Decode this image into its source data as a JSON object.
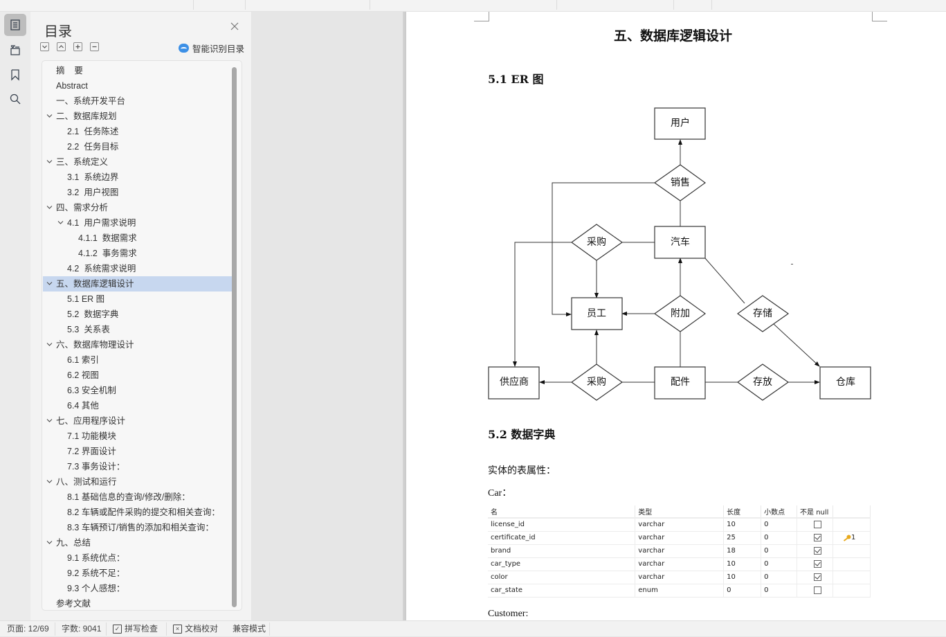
{
  "sidebar_rail": {
    "items": [
      {
        "icon": "toc-icon",
        "active": true
      },
      {
        "icon": "navigation-icon",
        "active": false
      },
      {
        "icon": "bookmark-icon",
        "active": false
      },
      {
        "icon": "search-icon",
        "active": false
      }
    ]
  },
  "toc_panel": {
    "title": "目录",
    "smart_toc_label": "智能识别目录",
    "toolbar": [
      "expand-all",
      "collapse-all",
      "add-level",
      "remove-level"
    ],
    "items": [
      {
        "label": "摘    要",
        "level": 0,
        "chevron": false
      },
      {
        "label": "Abstract",
        "level": 0,
        "chevron": false
      },
      {
        "label": "一、系统开发平台",
        "level": 0,
        "chevron": false
      },
      {
        "label": "二、数据库规划",
        "level": 0,
        "chevron": true
      },
      {
        "label": "2.1  任务陈述",
        "level": 1,
        "chevron": false
      },
      {
        "label": "2.2  任务目标",
        "level": 1,
        "chevron": false
      },
      {
        "label": "三、系统定义",
        "level": 0,
        "chevron": true
      },
      {
        "label": "3.1  系统边界",
        "level": 1,
        "chevron": false
      },
      {
        "label": "3.2  用户视图",
        "level": 1,
        "chevron": false
      },
      {
        "label": "四、需求分析",
        "level": 0,
        "chevron": true
      },
      {
        "label": "4.1  用户需求说明",
        "level": 1,
        "chevron": true
      },
      {
        "label": "4.1.1  数据需求",
        "level": 2,
        "chevron": false
      },
      {
        "label": "4.1.2  事务需求",
        "level": 2,
        "chevron": false
      },
      {
        "label": "4.2  系统需求说明",
        "level": 1,
        "chevron": false
      },
      {
        "label": "五、数据库逻辑设计",
        "level": 0,
        "chevron": true,
        "selected": true
      },
      {
        "label": "5.1 ER 图",
        "level": 1,
        "chevron": false
      },
      {
        "label": "5.2  数据字典",
        "level": 1,
        "chevron": false
      },
      {
        "label": "5.3  关系表",
        "level": 1,
        "chevron": false
      },
      {
        "label": "六、数据库物理设计",
        "level": 0,
        "chevron": true
      },
      {
        "label": "6.1 索引",
        "level": 1,
        "chevron": false
      },
      {
        "label": "6.2 视图",
        "level": 1,
        "chevron": false
      },
      {
        "label": "6.3 安全机制",
        "level": 1,
        "chevron": false
      },
      {
        "label": "6.4 其他",
        "level": 1,
        "chevron": false
      },
      {
        "label": "七、应用程序设计",
        "level": 0,
        "chevron": true
      },
      {
        "label": "7.1 功能模块",
        "level": 1,
        "chevron": false
      },
      {
        "label": "7.2 界面设计",
        "level": 1,
        "chevron": false
      },
      {
        "label": "7.3 事务设计：",
        "level": 1,
        "chevron": false
      },
      {
        "label": "八、测试和运行",
        "level": 0,
        "chevron": true
      },
      {
        "label": "8.1 基础信息的查询/修改/删除：",
        "level": 1,
        "chevron": false
      },
      {
        "label": "8.2 车辆或配件采购的提交和相关查询：",
        "level": 1,
        "chevron": false
      },
      {
        "label": "8.3 车辆预订/销售的添加和相关查询：",
        "level": 1,
        "chevron": false
      },
      {
        "label": "九、总结",
        "level": 0,
        "chevron": true
      },
      {
        "label": "9.1 系统优点：",
        "level": 1,
        "chevron": false
      },
      {
        "label": "9.2 系统不足：",
        "level": 1,
        "chevron": false
      },
      {
        "label": "9.3 个人感想：",
        "level": 1,
        "chevron": false
      },
      {
        "label": "参考文献",
        "level": 0,
        "chevron": false
      }
    ]
  },
  "document": {
    "chapter_title": "五、数据库逻辑设计",
    "section_er": "5.1 ER 图",
    "section_dict": "5.2  数据字典",
    "entity_attrs_label": "实体的表属性：",
    "car_label": "Car：",
    "customer_label": "Customer:",
    "er_diagram": {
      "entities": [
        "用户",
        "汽车",
        "员工",
        "供应商",
        "配件",
        "仓库"
      ],
      "relationships": [
        "销售",
        "采购",
        "附加",
        "存储",
        "采购",
        "存放"
      ],
      "labels": {
        "user": "用户",
        "sales": "销售",
        "car": "汽车",
        "purchase_car": "采购",
        "employee": "员工",
        "attach": "附加",
        "store": "存储",
        "supplier": "供应商",
        "purchase_part": "采购",
        "part": "配件",
        "place": "存放",
        "warehouse": "仓库"
      }
    },
    "car_table": {
      "headers": [
        "名",
        "类型",
        "长度",
        "小数点",
        "不是 null",
        ""
      ],
      "rows": [
        {
          "name": "license_id",
          "type": "varchar",
          "length": "10",
          "decimal": "0",
          "not_null": false,
          "key": ""
        },
        {
          "name": "certificate_id",
          "type": "varchar",
          "length": "25",
          "decimal": "0",
          "not_null": true,
          "key": "1"
        },
        {
          "name": "brand",
          "type": "varchar",
          "length": "18",
          "decimal": "0",
          "not_null": true,
          "key": ""
        },
        {
          "name": "car_type",
          "type": "varchar",
          "length": "10",
          "decimal": "0",
          "not_null": true,
          "key": ""
        },
        {
          "name": "color",
          "type": "varchar",
          "length": "10",
          "decimal": "0",
          "not_null": true,
          "key": ""
        },
        {
          "name": "car_state",
          "type": "enum",
          "length": "0",
          "decimal": "0",
          "not_null": false,
          "key": ""
        }
      ]
    }
  },
  "status_bar": {
    "page": "页面: 12/69",
    "word_count": "字数: 9041",
    "spell_check": "拼写检查",
    "doc_proof": "文档校对",
    "compat_mode": "兼容模式"
  },
  "colors": {
    "toc_selected_bg": "#c7d7ef",
    "smart_icon": "#3b8fe6",
    "key_icon": "#e8a91c"
  }
}
